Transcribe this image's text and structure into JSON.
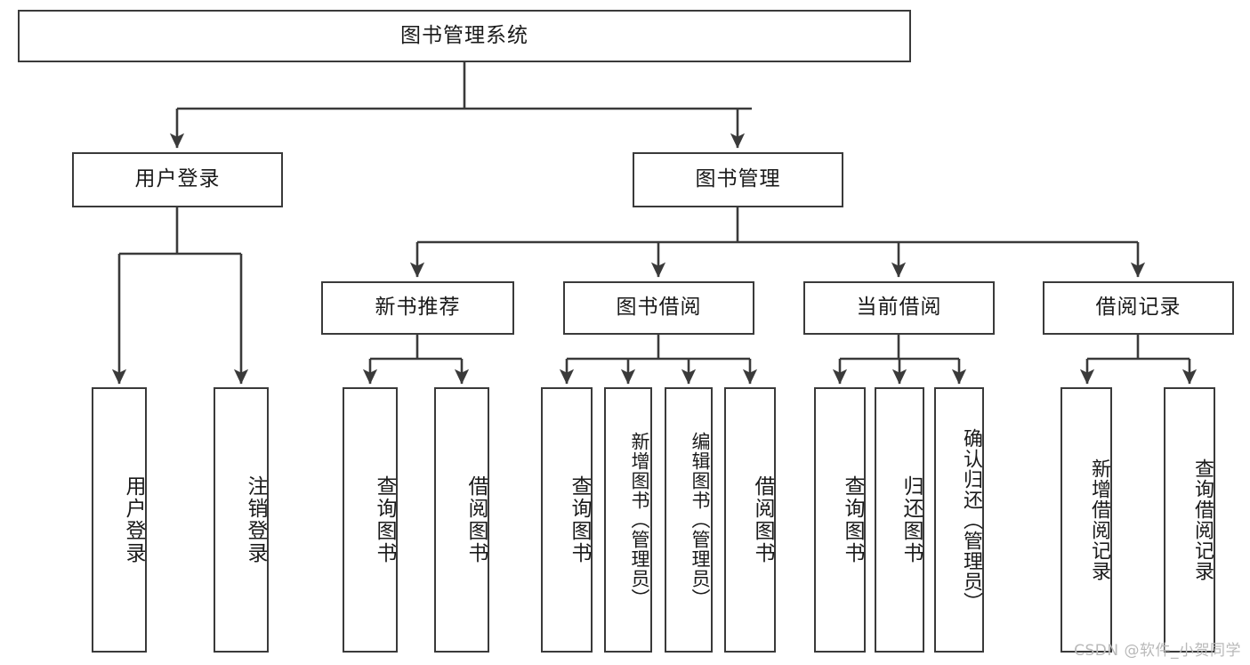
{
  "diagram": {
    "title": "图书管理系统",
    "type": "tree-hierarchy-diagram",
    "watermark": "CSDN @软件_小贺同学",
    "colors": {
      "box_border": "#3a3a3a",
      "box_fill": "#ffffff",
      "edge": "#3a3a3a",
      "text": "#1a1a1a",
      "watermark": "#b9b9b9",
      "background": "#ffffff"
    }
  },
  "nodes": {
    "root": {
      "label": "图书管理系统"
    },
    "level2": [
      {
        "id": "user-login",
        "label": "用户登录"
      },
      {
        "id": "book-management",
        "label": "图书管理"
      }
    ],
    "level3": [
      {
        "id": "new-book-recommend",
        "label": "新书推荐"
      },
      {
        "id": "book-borrow",
        "label": "图书借阅"
      },
      {
        "id": "current-borrow",
        "label": "当前借阅"
      },
      {
        "id": "borrow-record",
        "label": "借阅记录"
      }
    ],
    "leaves": {
      "user_login": [
        {
          "id": "leaf-user-login",
          "label": "用户登录"
        },
        {
          "id": "leaf-user-logout",
          "label": "注销登录"
        }
      ],
      "new_book_recommend": [
        {
          "id": "leaf-query-book-1",
          "label": "查询图书"
        },
        {
          "id": "leaf-borrow-book-1",
          "label": "借阅图书"
        }
      ],
      "book_borrow": [
        {
          "id": "leaf-query-book-2",
          "label": "查询图书"
        },
        {
          "id": "leaf-add-book",
          "label": "新增图书（管理员）"
        },
        {
          "id": "leaf-edit-book",
          "label": "编辑图书（管理员）"
        },
        {
          "id": "leaf-borrow-book-2",
          "label": "借阅图书"
        }
      ],
      "current_borrow": [
        {
          "id": "leaf-query-book-3",
          "label": "查询图书"
        },
        {
          "id": "leaf-return-book",
          "label": "归还图书"
        },
        {
          "id": "leaf-confirm-return",
          "label": "确认归还（管理员）"
        }
      ],
      "borrow_record": [
        {
          "id": "leaf-add-record",
          "label": "新增借阅记录"
        },
        {
          "id": "leaf-query-record",
          "label": "查询借阅记录"
        }
      ]
    }
  }
}
